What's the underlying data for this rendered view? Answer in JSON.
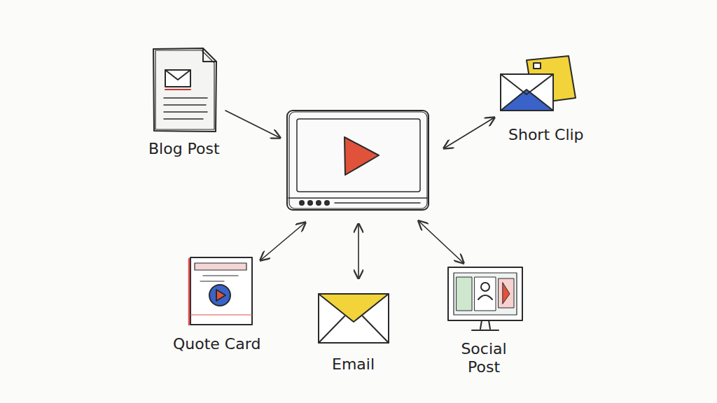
{
  "diagram": {
    "labels": [
      "Blog Post",
      "Short Clip",
      "Quote Card",
      "Email",
      "Social Post"
    ]
  }
}
